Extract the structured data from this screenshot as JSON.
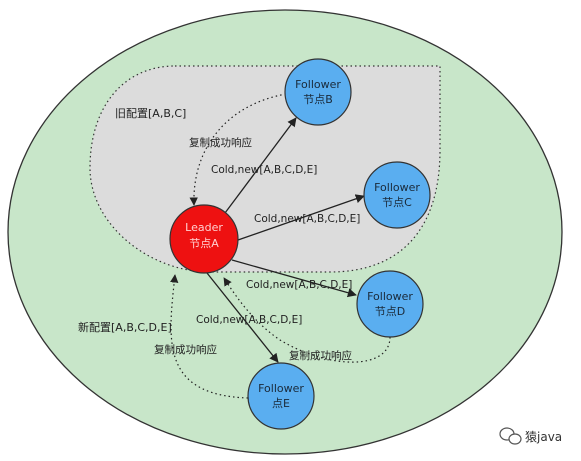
{
  "regions": {
    "new_config": "新配置[A,B,C,D,E]",
    "old_config": "旧配置[A,B,C]"
  },
  "nodes": {
    "leader": {
      "line1": "Leader",
      "line2": "节点A"
    },
    "b": {
      "line1": "Follower",
      "line2": "节点B"
    },
    "c": {
      "line1": "Follower",
      "line2": "节点C"
    },
    "d": {
      "line1": "Follower",
      "line2": "节点D"
    },
    "e": {
      "line1": "Follower",
      "line2": "点E"
    }
  },
  "edge_labels": {
    "to_b": "Cold,new[A,B,C,D,E]",
    "to_c": "Cold,new[A,B,C,D,E]",
    "to_d": "Cold,new[A,B,C,D,E]",
    "to_e": "Cold,new[A,B,C,D,E]",
    "ack_b": "复制成功响应",
    "ack_d": "复制成功响应",
    "ack_e": "复制成功响应"
  },
  "watermark": {
    "text": "猿java",
    "icon": "wechat-icon"
  },
  "colors": {
    "outer_fill": "#c8e6c9",
    "old_fill": "#dcdcdc",
    "follower_fill": "#5aaef0",
    "leader_fill": "#ee1111"
  }
}
